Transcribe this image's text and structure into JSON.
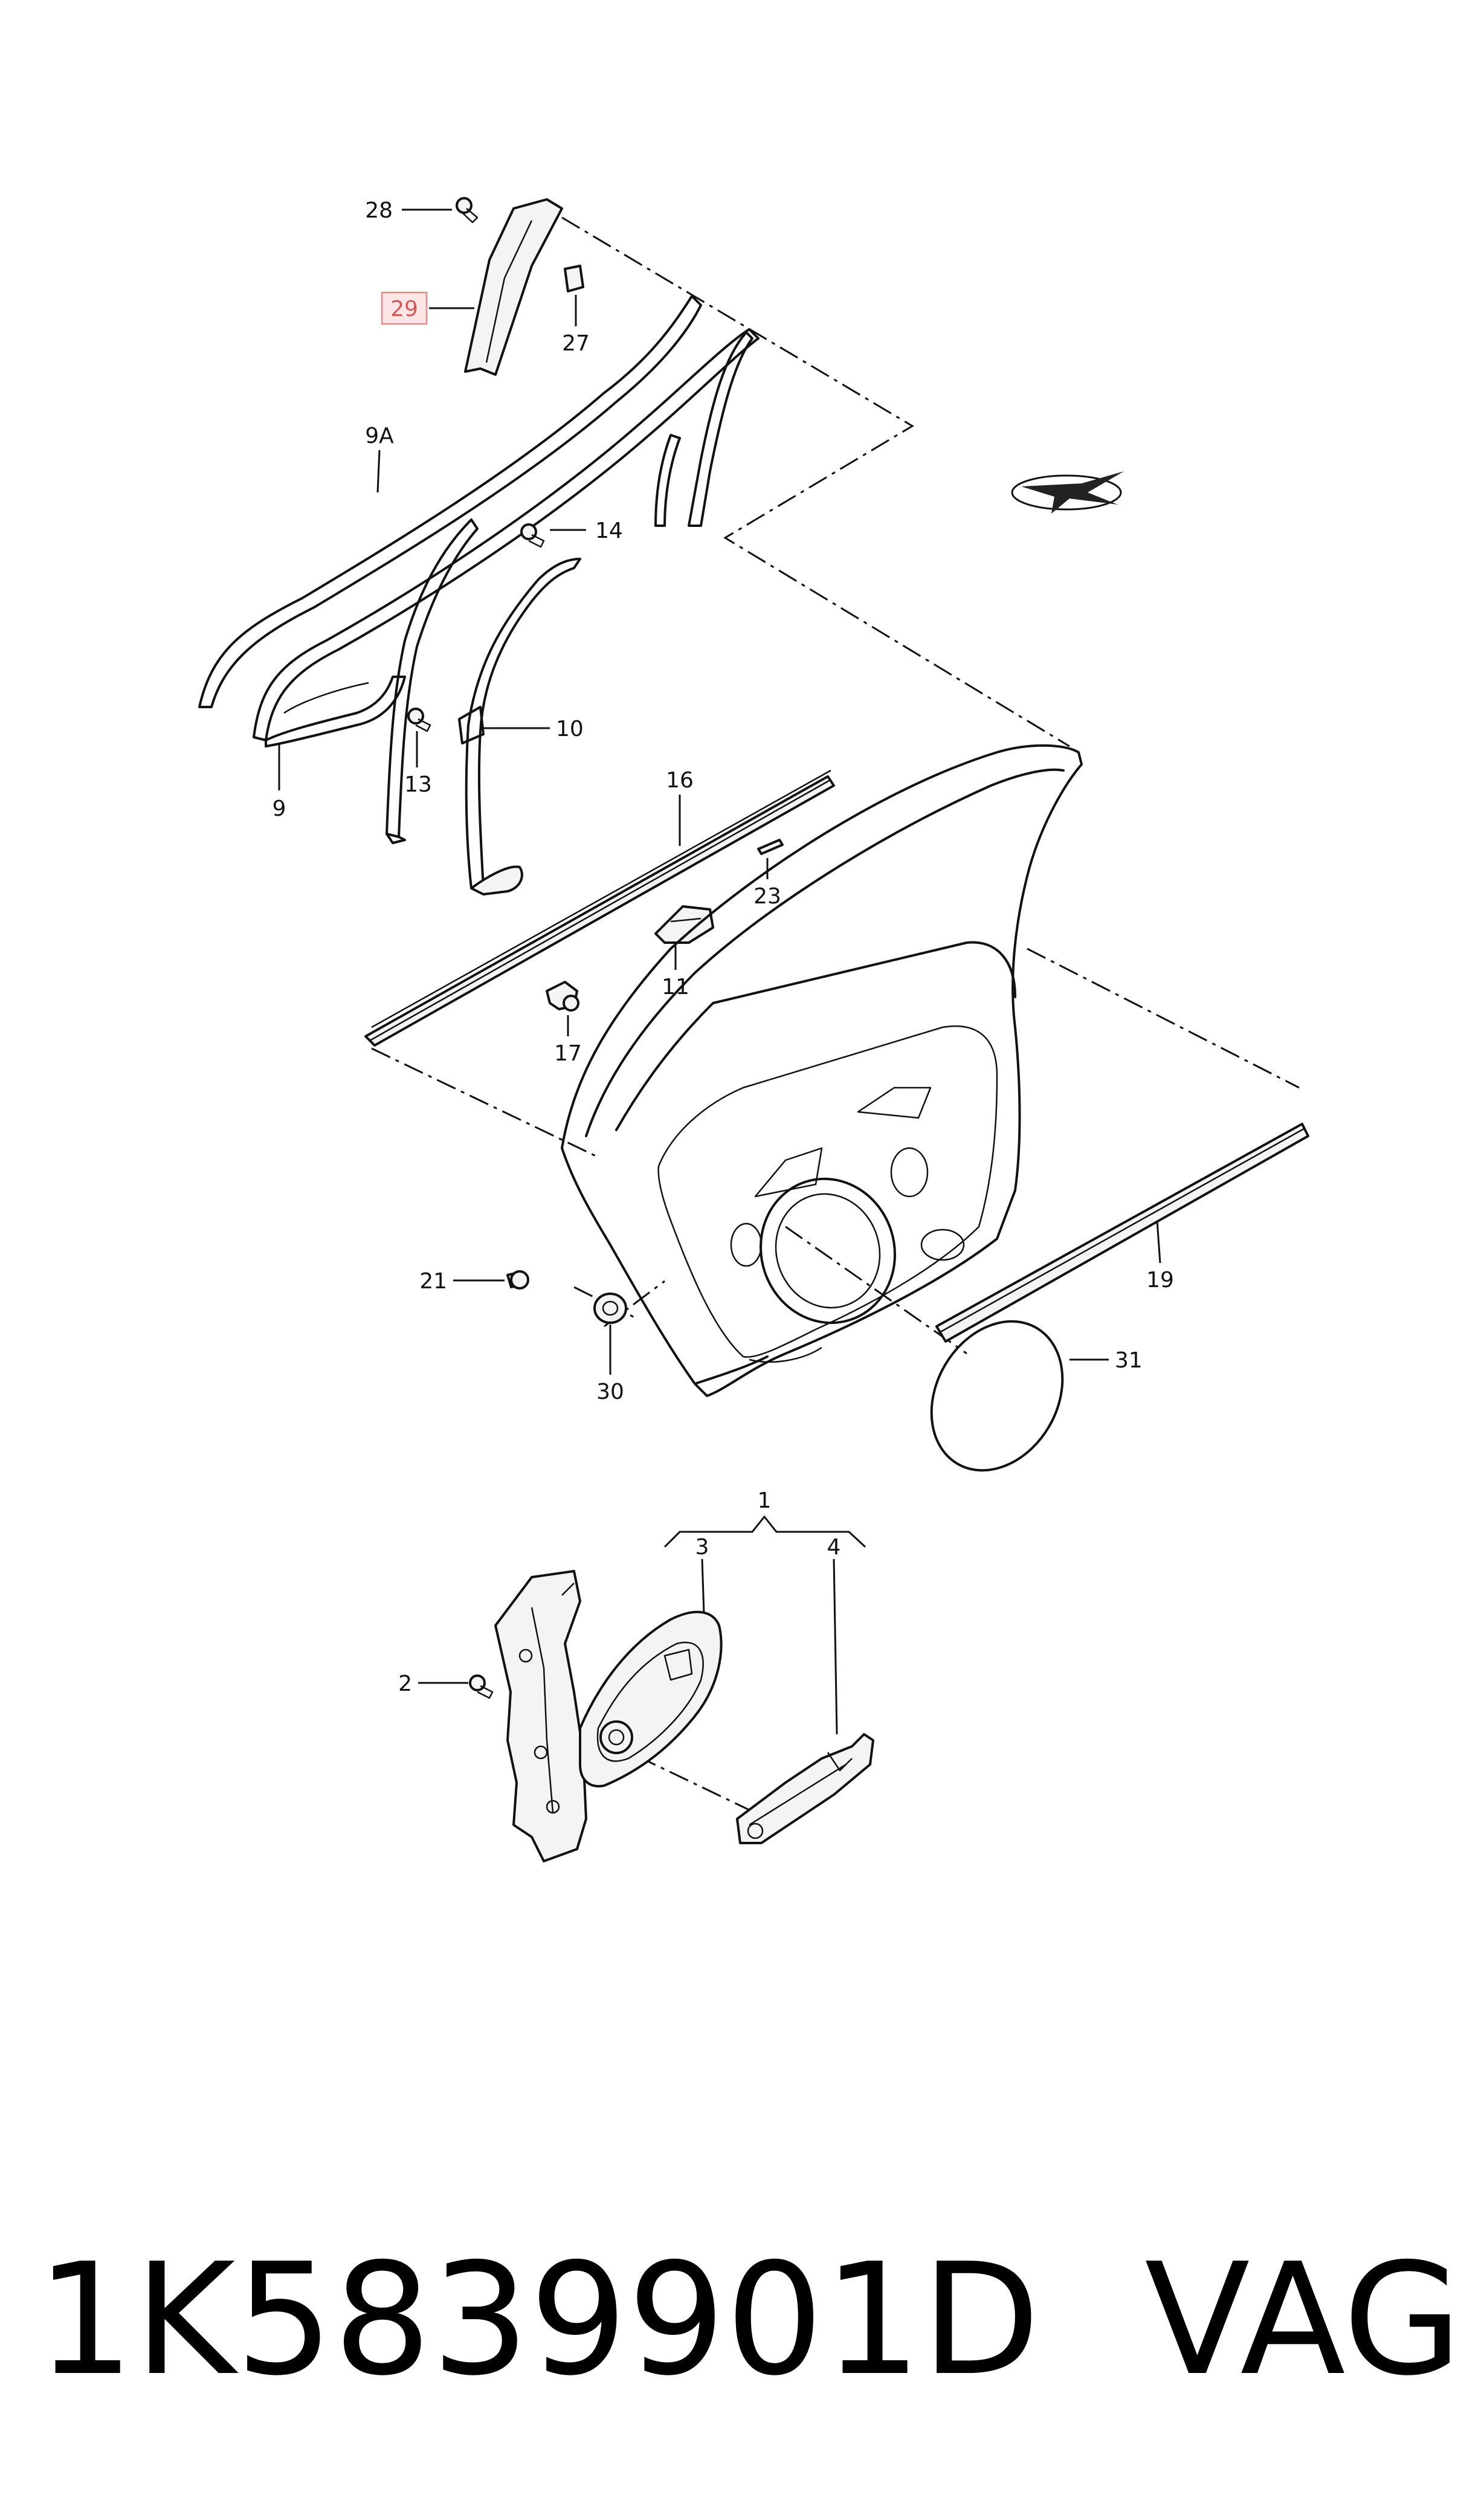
{
  "callouts": {
    "c1": "1",
    "c2": "2",
    "c3": "3",
    "c4": "4",
    "c9": "9",
    "c9a": "9A",
    "c10": "10",
    "c11": "11",
    "c13": "13",
    "c14": "14",
    "c16": "16",
    "c17": "17",
    "c19": "19",
    "c21": "21",
    "c23": "23",
    "c27": "27",
    "c28": "28",
    "c29": "29",
    "c30": "30",
    "c31": "31"
  },
  "highlighted_callout": "29",
  "footer": {
    "part_number": "1K5839901D",
    "brand": "VAG"
  },
  "colors": {
    "lines": "#111111",
    "highlight_fill": "#ffe6e6",
    "highlight_stroke": "#e38a8a"
  }
}
